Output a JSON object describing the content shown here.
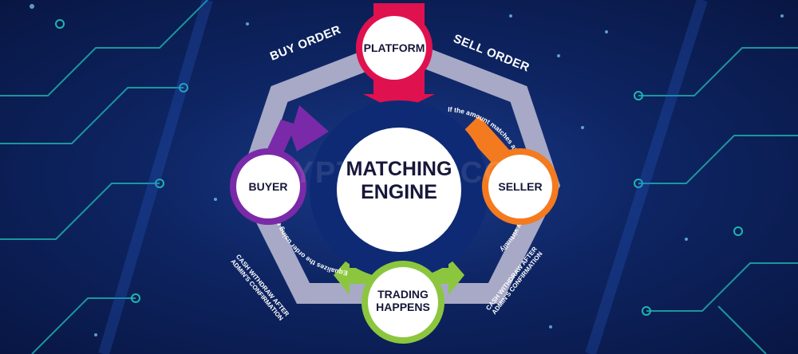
{
  "diagram": {
    "center": {
      "line1": "MATCHING",
      "line2": "ENGINE"
    },
    "nodes": {
      "platform": "PLATFORM",
      "buyer": "BUYER",
      "seller": "SELLER",
      "trading_line1": "TRADING",
      "trading_line2": "HAPPENS"
    },
    "labels": {
      "buy_order": "BUY ORDER",
      "sell_order": "SELL ORDER",
      "cash_left_line1": "CASH WITHDRAW AFTER",
      "cash_left_line2": "ADMIN'S CONFIRMATION",
      "cash_right_line1": "CASH WITHDRAW AFTER",
      "cash_right_line2": "ADMIN'S CONFIRMATION"
    },
    "ring_text": {
      "left": "Equalizes the order using matching algorithm",
      "right": "If the amount matches and value's will be display virtually"
    },
    "watermark": "CRYPTWEBP.COM"
  },
  "colors": {
    "platform": "#e0114f",
    "buyer": "#7a2aa8",
    "seller": "#f47a20",
    "trading": "#8cc63f",
    "background": "#0e2563",
    "circuit": "#1fb5b0"
  }
}
